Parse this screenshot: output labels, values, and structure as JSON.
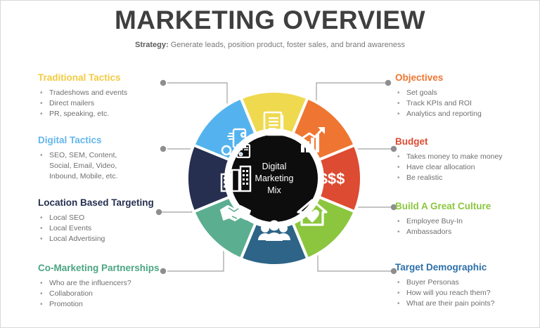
{
  "header": {
    "title": "MARKETING OVERVIEW",
    "strategy_label": "Strategy:",
    "strategy_text": " Generate leads, position product, foster sales, and brand awareness"
  },
  "hub": {
    "line1": "Digital",
    "line2": "Marketing",
    "line3": "Mix",
    "bg_color": "#0d0d0d"
  },
  "callouts": {
    "traditional": {
      "title": "Traditional Tactics",
      "color": "#f2cb42",
      "items": [
        "Tradeshows and events",
        "Direct mailers",
        "PR, speaking, etc."
      ]
    },
    "digital": {
      "title": "Digital Tactics",
      "color": "#64b6ec",
      "items": [
        "SEO, SEM, Content,",
        "Social, Email, Video,",
        "Inbound, Mobile, etc."
      ],
      "single_bullet": true
    },
    "location": {
      "title": "Location Based Targeting",
      "color": "#25304f",
      "items": [
        "Local SEO",
        "Local Events",
        "Local Advertising"
      ]
    },
    "comarketing": {
      "title": "Co-Marketing Partnerships",
      "color": "#4aa583",
      "items": [
        "Who are the influencers?",
        "Collaboration",
        "Promotion"
      ]
    },
    "objectives": {
      "title": "Objectives",
      "color": "#ef7632",
      "items": [
        "Set goals",
        "Track KPIs and ROI",
        "Analytics and reporting"
      ]
    },
    "budget": {
      "title": "Budget",
      "color": "#dd4b32",
      "items": [
        "Takes money to make money",
        "Have clear allocation",
        "Be realistic"
      ]
    },
    "culture": {
      "title": "Build A Great Culture",
      "color": "#8cc63e",
      "items": [
        "Employee Buy-In",
        "Ambassadors"
      ]
    },
    "target": {
      "title": "Target Demographic",
      "color": "#2d6fa8",
      "items": [
        "Buyer Personas",
        "How will you reach them?",
        "What are their pain points?"
      ]
    }
  },
  "wheel": {
    "segments": [
      {
        "name": "traditional-tactics",
        "icon": "document-icon",
        "color": "#efd94f"
      },
      {
        "name": "objectives",
        "icon": "growth-chart-icon",
        "color": "#ef7632"
      },
      {
        "name": "budget",
        "icon": "money-icon",
        "color": "#dd4b32",
        "glyph": "$$$"
      },
      {
        "name": "build-culture",
        "icon": "house-heart-icon",
        "color": "#8cc63e"
      },
      {
        "name": "target-demographic",
        "icon": "people-group-icon",
        "color": "#2d6487"
      },
      {
        "name": "co-marketing",
        "icon": "handshake-icon",
        "color": "#5cae91"
      },
      {
        "name": "location-targeting",
        "icon": "buildings-icon",
        "color": "#262f50"
      },
      {
        "name": "digital-tactics",
        "icon": "devices-icon",
        "color": "#54b3ee"
      }
    ]
  },
  "connector_color": "#9b9b9b"
}
